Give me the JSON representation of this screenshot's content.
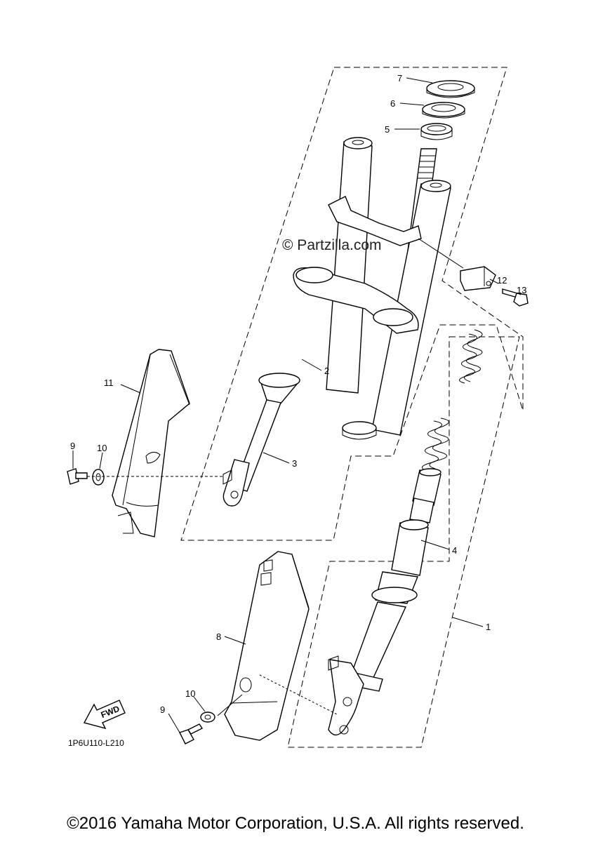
{
  "diagram": {
    "callouts": {
      "c1": "1",
      "c2": "2",
      "c3": "3",
      "c4": "4",
      "c5": "5",
      "c6": "6",
      "c7": "7",
      "c8": "8",
      "c9a": "9",
      "c9b": "9",
      "c10a": "10",
      "c10b": "10",
      "c11": "11",
      "c12": "12",
      "c13": "13"
    },
    "watermark": "© Partzilla.com",
    "fwd_label": "FWD",
    "figure_code": "1P6U110-L210"
  },
  "footer": {
    "copyright": "©2016 Yamaha Motor Corporation, U.S.A. All rights reserved."
  }
}
